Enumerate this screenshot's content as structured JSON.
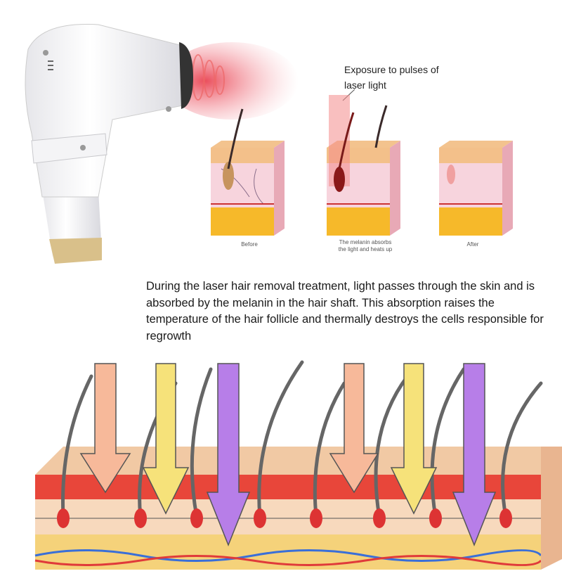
{
  "callout": {
    "line1": "Exposure to pulses of",
    "line2": "laser light"
  },
  "stages": [
    {
      "label": "Before"
    },
    {
      "label_line1": "The melanin absorbs",
      "label_line2": "the light and heats up"
    },
    {
      "label": "After"
    }
  ],
  "description": "During the laser hair removal treatment, light passes through the skin and is absorbed by the melanin in the hair shaft. This absorption raises the temperature of the hair follicle and thermally destroys the cells responsible for regrowth",
  "colors": {
    "arrow_orange": "#f7b99a",
    "arrow_yellow": "#f6e27a",
    "arrow_purple": "#b77ee8",
    "skin": "#f6d8b8",
    "dermis_red": "#e8463a",
    "fat": "#f4c04a"
  }
}
